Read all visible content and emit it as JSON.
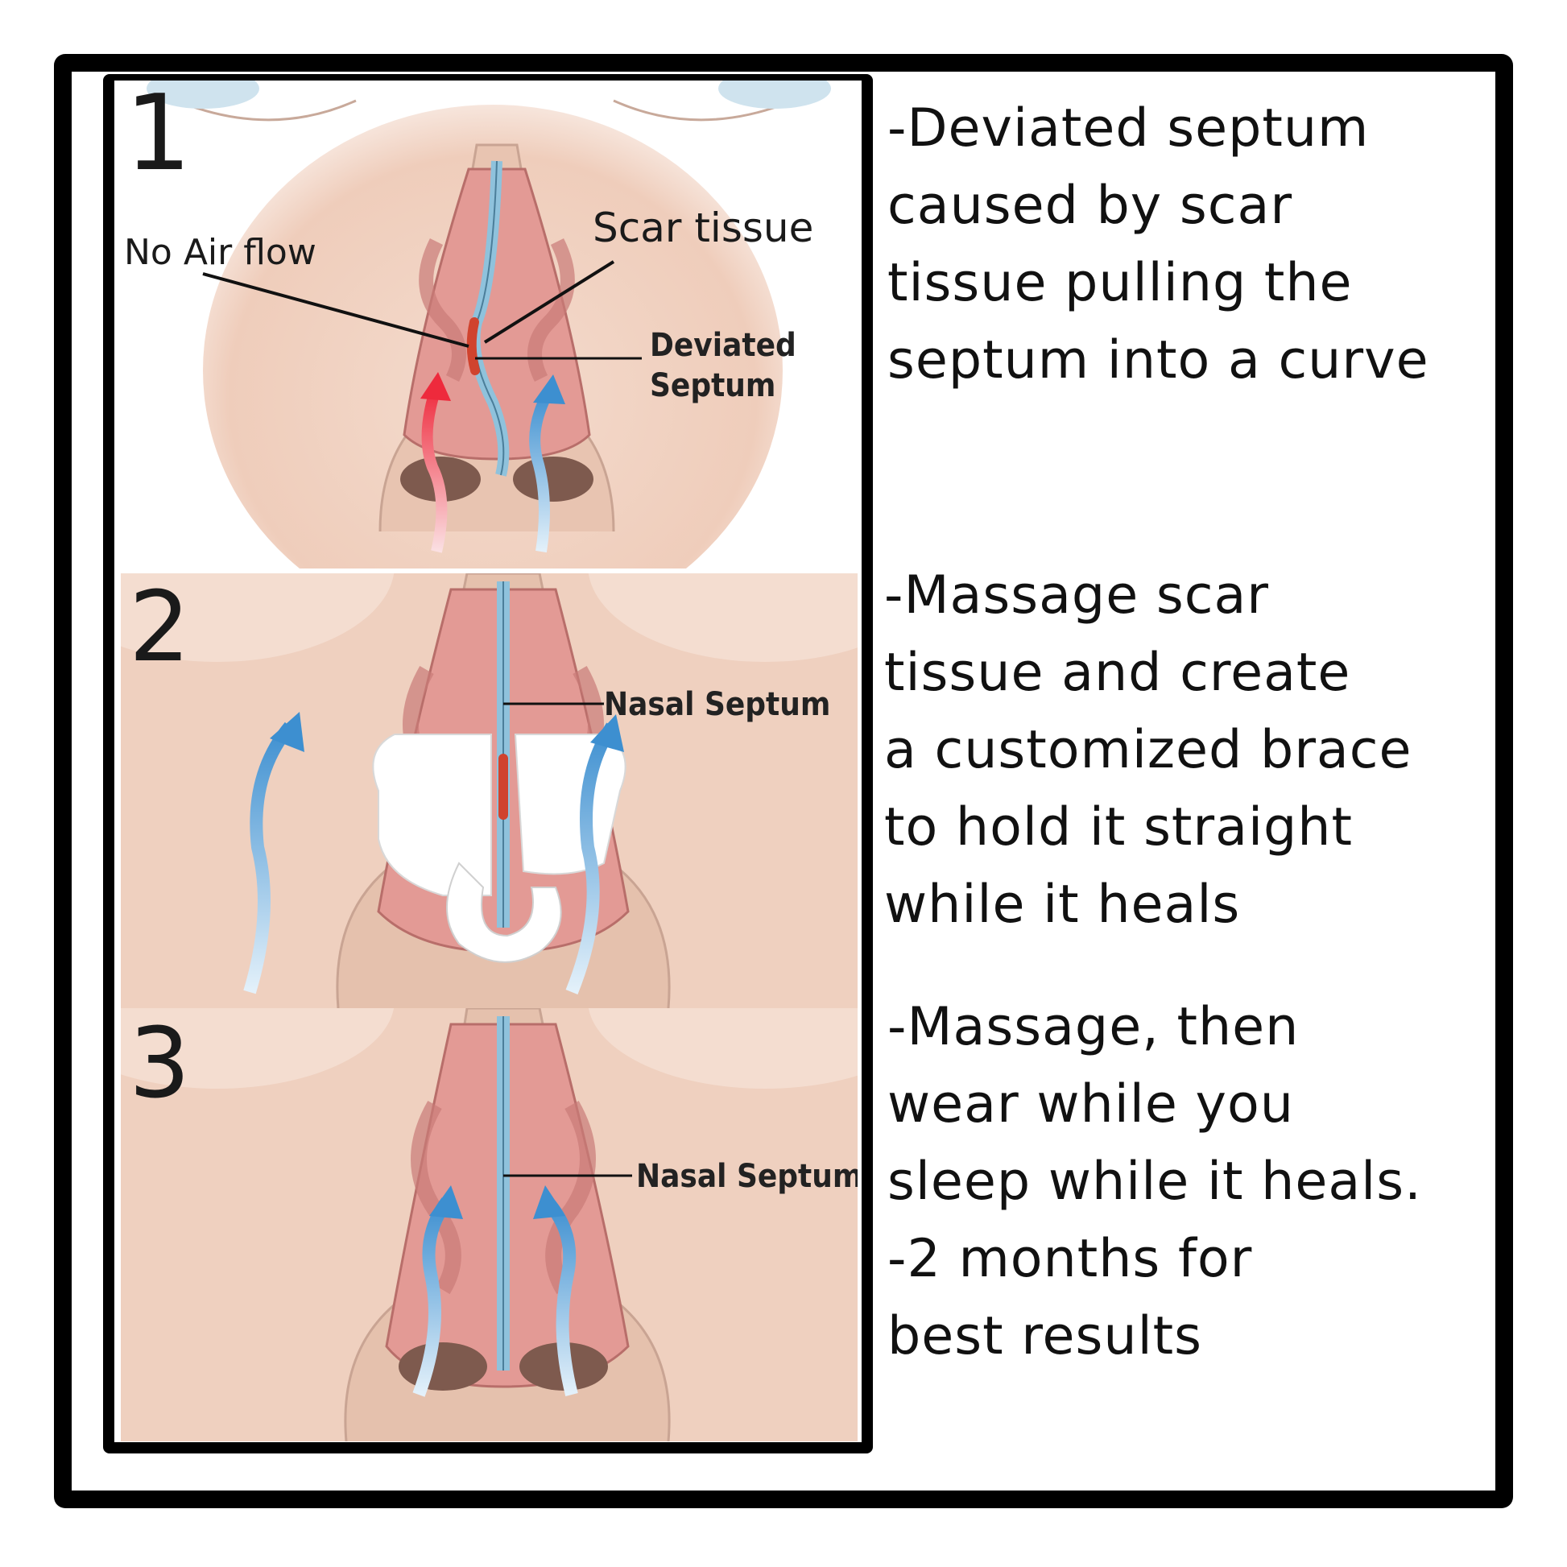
{
  "steps": [
    {
      "number": "1",
      "labels": {
        "no_air_flow": "No Air flow",
        "scar_tissue": "Scar tissue",
        "deviated_1": "Deviated",
        "deviated_2": "Septum"
      },
      "description": "-Deviated septum\ncaused by scar\ntissue pulling the\nseptum into a curve"
    },
    {
      "number": "2",
      "labels": {
        "nasal_septum": "Nasal Septum"
      },
      "description": "-Massage scar\ntissue and create\na customized brace\nto hold it straight\nwhile it heals"
    },
    {
      "number": "3",
      "labels": {
        "nasal_septum": "Nasal Septum"
      },
      "description": "-Massage, then\nwear while you\nsleep while it heals.\n-2 months for\nbest results"
    }
  ],
  "colors": {
    "skin": "#f1d2c2",
    "nasal_tissue": "#e39a95",
    "septum": "#9cc9e0",
    "scar": "#d0432e",
    "airflow": "#5aa3d8",
    "blocked_airflow": "#ee3a4a"
  }
}
